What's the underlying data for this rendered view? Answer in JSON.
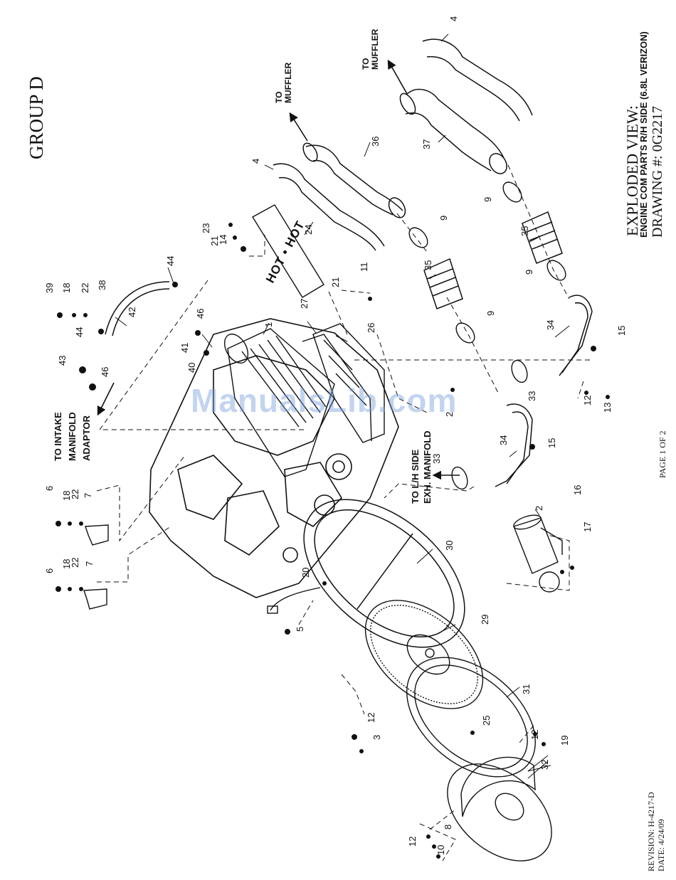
{
  "header": {
    "group": "GROUP D",
    "view_title": "EXPLODED VIEW:",
    "view_subtitle": "ENGINE COM PARTS R/H SIDE (6.8L VERIZON)",
    "drawing_number": "DRAWING #: 0G2217"
  },
  "footer": {
    "page": "PAGE 1 OF 2",
    "revision": "REVISION: H-4217-D",
    "date": "DATE: 4/24/09"
  },
  "watermark": "ManualsLib.com",
  "plate_text": "HOT • HOT",
  "annotations": {
    "to_muffler_1": [
      "TO",
      "MUFFLER"
    ],
    "to_muffler_2": [
      "TO",
      "MUFFLER"
    ],
    "to_intake": [
      "TO INTAKE",
      "MANIFOLD",
      "ADAPTOR"
    ],
    "to_lh": [
      "TO L/H SIDE",
      "EXH. MANIFOLD"
    ]
  },
  "callouts": [
    "1",
    "2",
    "2",
    "3",
    "4",
    "4",
    "5",
    "6",
    "6",
    "7",
    "7",
    "8",
    "9",
    "9",
    "9",
    "9",
    "10",
    "11",
    "12",
    "12",
    "12",
    "12",
    "13",
    "14",
    "15",
    "15",
    "16",
    "17",
    "18",
    "18",
    "18",
    "19",
    "20",
    "21",
    "21",
    "22",
    "22",
    "22",
    "23",
    "24",
    "25",
    "26",
    "27",
    "29",
    "30",
    "31",
    "32",
    "33",
    "33",
    "34",
    "34",
    "35",
    "35",
    "36",
    "37",
    "38",
    "39",
    "40",
    "41",
    "42",
    "43",
    "44",
    "44",
    "46",
    "46"
  ]
}
